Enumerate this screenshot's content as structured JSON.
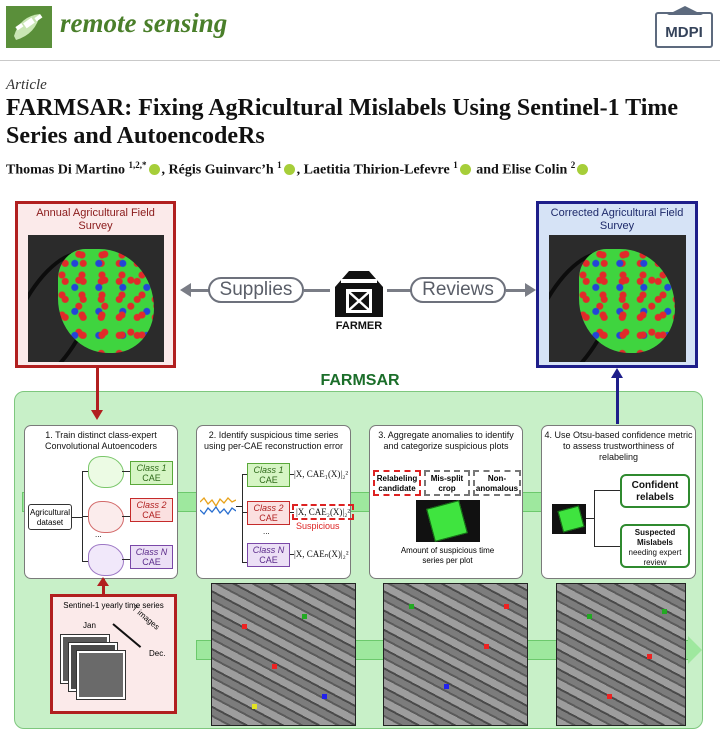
{
  "header": {
    "journal_name": "remote sensing",
    "publisher_logo": "MDPI",
    "logo_icon": "satellite-leaf-icon"
  },
  "article": {
    "type": "Article",
    "title": "FARMSAR: Fixing AgRicultural Mislabels Using Sentinel-1 Time Series and AutoencodeRs",
    "authors": [
      {
        "name": "Thomas Di Martino",
        "affil": "1,2,*"
      },
      {
        "name": "Régis Guinvarc’h",
        "affil": "1"
      },
      {
        "name": "Laetitia Thirion-Lefevre",
        "affil": "1"
      },
      {
        "name": "Elise Colin",
        "affil": "2"
      }
    ],
    "author_separators": [
      ", ",
      ", ",
      " and "
    ]
  },
  "figure": {
    "survey_title": "Annual Agricultural Field Survey",
    "corrected_title": "Corrected Agricultural Field Survey",
    "supplies_label": "Supplies",
    "reviews_label": "Reviews",
    "farmer_label": "FARMER",
    "farmsar_title": "FARMSAR",
    "step1": {
      "title": "1. Train distinct class-expert Convolutional Autoencoders",
      "dataset_label": "Agricultural dataset",
      "ellipsis": "...",
      "classes": [
        {
          "name": "Class 1",
          "sub": "CAE"
        },
        {
          "name": "Class 2",
          "sub": "CAE"
        },
        {
          "name": "Class N",
          "sub": "CAE"
        }
      ]
    },
    "step2": {
      "title": "2. Identify suspicious time series using per-CAE reconstruction error",
      "formulas": [
        "|X, CAE₁(X)|₂²",
        "|X, CAE₂(X)|₂²",
        "|X, CAEₙ(X)|₂²"
      ],
      "suspicious_label": "Suspicious",
      "ellipsis": "..."
    },
    "step3": {
      "title": "3. Aggregate anomalies to identify and categorize suspicious plots",
      "tags": [
        "Relabeling candidate",
        "Mis-split crop",
        "Non-anomalous"
      ],
      "caption": "Amount of suspicious time series per plot"
    },
    "step4": {
      "title": "4. Use Otsu-based confidence metric to assess trustworthiness of relabeling",
      "confident": "Confident relabels",
      "suspected_title": "Suspected Mislabels",
      "suspected_sub": "needing expert review"
    },
    "sentinel": {
      "title": "Sentinel-1 yearly time series",
      "jan": "Jan",
      "dec": "Dec.",
      "count": "T images"
    },
    "colors": {
      "red_border": "#b11f1f",
      "blue_border": "#1e1e8a",
      "farmsar_bg": "#c8f0c8",
      "field_green": "#3fd43f"
    }
  }
}
